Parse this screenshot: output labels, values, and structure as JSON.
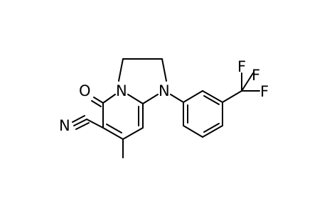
{
  "molecule": {
    "atoms": {
      "oxygen": "O",
      "nitrogen_ring": "N",
      "nitrogen_amine": "N",
      "nitrogen_nitrile": "N",
      "fluorine_top": "F",
      "fluorine_right": "F",
      "fluorine_bottom": "F"
    },
    "colors": {
      "bond": "#000000",
      "label": "#000000",
      "background": "#ffffff"
    }
  }
}
